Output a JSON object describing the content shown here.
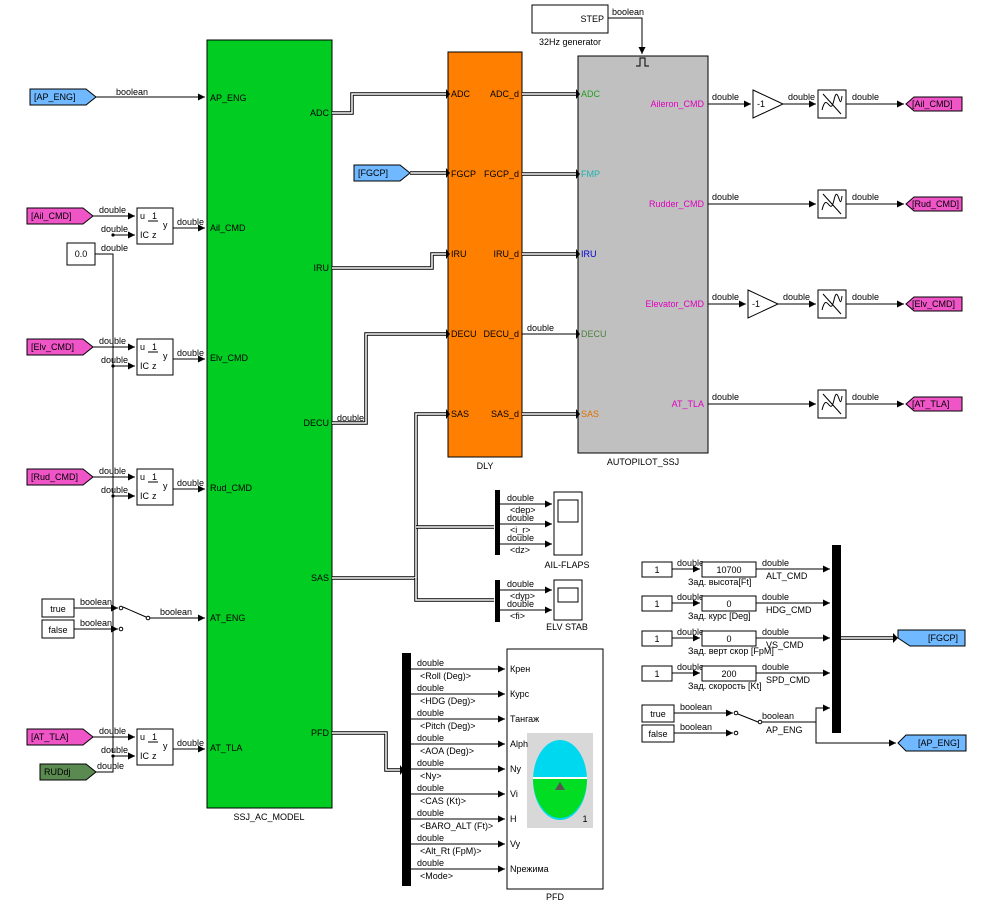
{
  "colors": {
    "ssj_model": "#00cc22",
    "dly": "#ff8000",
    "autopilot": "#c0c0c0",
    "goto_pink": "#f055c8",
    "goto_blue": "#70b8ff",
    "from_green": "#5a8a50",
    "autopilot_out_text": "#e000c0"
  },
  "blocks": {
    "ssj_model": {
      "name": "SSJ_AC_MODEL",
      "inputs": [
        "AP_ENG",
        "Ail_CMD",
        "Elv_CMD",
        "Rud_CMD",
        "AT_ENG",
        "AT_TLA"
      ],
      "outputs": [
        "ADC",
        "IRU",
        "DECU",
        "SAS",
        "PFD"
      ]
    },
    "dly": {
      "name": "DLY",
      "inputs": [
        "ADC",
        "FGCP",
        "IRU",
        "DECU",
        "SAS"
      ],
      "outputs": [
        "ADC_d",
        "FGCP_d",
        "IRU_d",
        "DECU_d",
        "SAS_d"
      ]
    },
    "autopilot": {
      "name": "AUTOPILOT_SSJ",
      "inputs": [
        "ADC",
        "FMP",
        "IRU",
        "DECU",
        "SAS"
      ],
      "outputs": [
        "Aileron_CMD",
        "Rudder_CMD",
        "Elevator_CMD",
        "AT_TLA"
      ]
    },
    "step": {
      "text": "STEP",
      "name": "32Hz generator"
    },
    "pfd": {
      "name": "PFD",
      "inputs": [
        "Крен",
        "Курс",
        "Тангаж",
        "Alph",
        "Ny",
        "Vi",
        "H",
        "Vy",
        "Nрежима"
      ],
      "signals": [
        "<Roll (Deg)>",
        "<HDG (Deg)>",
        "<Pitch (Deg)>",
        "<AOA (Deg)>",
        "<Ny>",
        "<CAS (Kt)>",
        "<BARO_ALT (Ft)>",
        "<Alt_Rt (FpM)>",
        "<Mode>"
      ],
      "display_number": "1"
    },
    "ail_flaps": {
      "name": "AIL-FLAPS",
      "signals": [
        "<dep>",
        "<i_r>",
        "<dz>"
      ]
    },
    "elv_stab": {
      "name": "ELV STAB",
      "signals": [
        "<dyp>",
        "<fi>"
      ]
    },
    "delay_block": {
      "u": "u",
      "y": "y",
      "ic": "IC",
      "num": "1",
      "den": "z"
    },
    "gain": "-1",
    "constants": {
      "zero": "0.0",
      "true": "true",
      "false": "false",
      "one": "1",
      "alt": "10700",
      "hdg": "0",
      "vs": "0",
      "spd": "200"
    },
    "fgcp_labels": [
      "Зад. высота[Ft]",
      "Зад. курс [Deg]",
      "Зад. верт скор [FpM]",
      "Зад. скорость [Kt]"
    ],
    "fgcp_signals": [
      "ALT_CMD",
      "HDG_CMD",
      "VS_CMD",
      "SPD_CMD",
      "AP_ENG"
    ]
  },
  "tags": {
    "from_ap_eng": "[AP_ENG]",
    "from_ail_cmd": "[Ail_CMD]",
    "from_elv_cmd": "[Elv_CMD]",
    "from_rud_cmd": "[Rud_CMD]",
    "from_at_tla": "[AT_TLA]",
    "from_ruddj": "RUDdj",
    "from_fgcp": "[FGCP]",
    "goto_ail_cmd": "[Ail_CMD]",
    "goto_rud_cmd": "[Rud_CMD]",
    "goto_elv_cmd": "[Elv_CMD]",
    "goto_at_tla": "[AT_TLA]",
    "goto_fgcp": "[FGCP]",
    "goto_ap_eng": "[AP_ENG]"
  },
  "types": {
    "boolean": "boolean",
    "double": "double"
  }
}
